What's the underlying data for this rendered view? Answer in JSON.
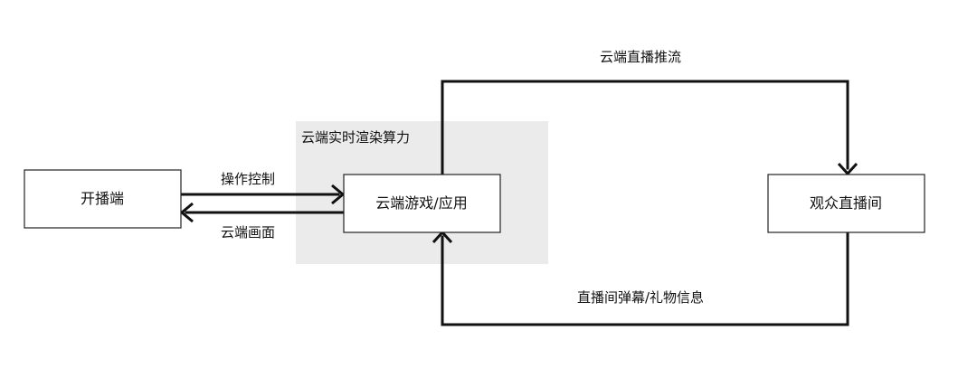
{
  "region": {
    "label": "云端实时渲染算力"
  },
  "nodes": {
    "broadcaster": "开播端",
    "cloud_app": "云端游戏/应用",
    "audience": "观众直播间"
  },
  "edges": {
    "control": "操作控制",
    "cloud_picture": "云端画面",
    "stream_push": "云端直播推流",
    "danmaku_gift": "直播间弹幕/礼物信息"
  }
}
